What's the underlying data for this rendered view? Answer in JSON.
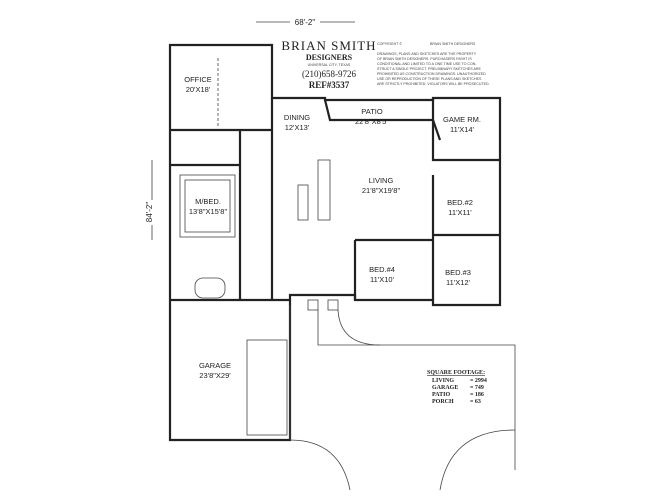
{
  "dimensions": {
    "width": "68'-2\"",
    "depth": "84'-2\""
  },
  "designer": {
    "name": "BRIAN SMITH",
    "sub": "DESIGNERS",
    "location": "UNIVERSAL CITY, TEXAS",
    "phone": "(210)658-9726",
    "ref": "REF#3537"
  },
  "copyright": {
    "header_left": "COPYRIGHT ©",
    "header_right": "BRIAN SMITH DESIGNERS",
    "lines": [
      "DRAWINGS, PLANS AND SKETCHES ARE THE PROPERTY",
      "OF BRIAN SMITH DESIGNERS.  PURCHASERS RIGHT IS",
      "CONDITIONAL AND LIMITED TO A ONE TIME USE TO CON-",
      "STRUCT A SINGLE PROJECT.  PRELIMINARY SKETCHES ARE",
      "PROHIBITED AS CONSTRUCTION DRAWINGS.  UNAUTHORIZED",
      "USE OR REPRODUCTION OF THESE PLANS AND SKETCHES",
      "ARE STRICTLY PROHIBITED.  VIOLATORS WILL BE PROSECUTED."
    ]
  },
  "rooms": [
    {
      "name": "OFFICE",
      "size": "20'X18'"
    },
    {
      "name": "DINING",
      "size": "12'X13'"
    },
    {
      "name": "PATIO",
      "size": "22'8\"X8'5\""
    },
    {
      "name": "GAME RM.",
      "size": "11'X14'"
    },
    {
      "name": "LIVING",
      "size": "21'8\"X19'8\""
    },
    {
      "name": "M/BED.",
      "size": "13'8\"X15'8\""
    },
    {
      "name": "BED.#2",
      "size": "11'X11'"
    },
    {
      "name": "BED.#4",
      "size": "11'X10'"
    },
    {
      "name": "BED.#3",
      "size": "11'X12'"
    },
    {
      "name": "GARAGE",
      "size": "23'8\"X29'"
    }
  ],
  "square_footage": {
    "title": "SQUARE FOOTAGE:",
    "rows": [
      {
        "label": "LIVING",
        "value": "= 2994"
      },
      {
        "label": "GARAGE",
        "value": "= 749"
      },
      {
        "label": "PATIO",
        "value": "= 186"
      },
      {
        "label": "PORCH",
        "value": "= 63"
      }
    ]
  }
}
